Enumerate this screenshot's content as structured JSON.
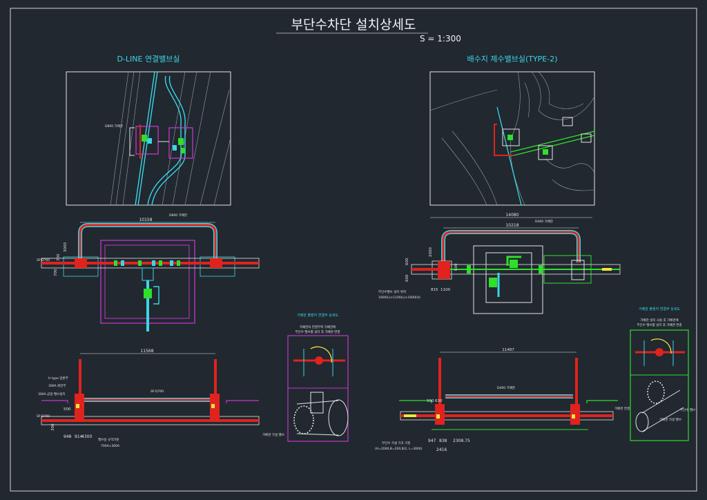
{
  "title": "부단수차단 설치상세도",
  "scale": "S = 1:300",
  "left": {
    "heading": "D-LINE 연결밸브실",
    "plan_label": "D800 가배관",
    "dim_top": "10158",
    "dim_h1": "3000",
    "dim_h2": "700",
    "dim_h3": "700",
    "pipe_label": "SP D700",
    "dim_section": "11568",
    "pipe_label2": "D800 가배관",
    "notes": [
      "H type 압륜부",
      "300A 회전부",
      "300A 균압 밸브설치"
    ],
    "section_pipe": "SP D700",
    "dim_b1": "500",
    "dim_b2": "300",
    "dim_bottom": [
      "948",
      "914",
      "4300"
    ],
    "bottom_note_1": "밸브실 규격기준",
    "bottom_note_2": "700A×300A",
    "detail_title": "가배관 플랜지 연결부 상세도",
    "detail_desc_1": "가배관의 연결부위 가배관에",
    "detail_desc_2": "부단수 밸브를 설치 후 가배관 연결",
    "detail_label": "가배관 가설 밸브"
  },
  "right": {
    "heading": "배수지 제수밸브실(TYPE-2)",
    "dim_top": "14080",
    "dim_inner": "10218",
    "pipe_label": "D400 가배관",
    "dim_v1": "2000",
    "dim_v2": "600",
    "dim_v3": "600",
    "dim_v4": "600",
    "dim_small": [
      "815",
      "1100"
    ],
    "note_1": "부단수밸브 설치 위치",
    "note_2": "1600(L)×1100(L)×1000(H)",
    "dim_section": "11487",
    "pipe_label2": "D400 가배관",
    "dim_b1": "500",
    "dim_b2": "630",
    "dim_bottom": [
      "947",
      "838",
      "2308.75"
    ],
    "dim_total": "2416",
    "bottom_note_1": "부단수 가설 기초 기준",
    "bottom_note_2": "(H=2000,B=200,B/2, L=3000)",
    "detail_title": "가배관 플랜지 연결부 상세도",
    "detail_desc_1": "가배관 설치 사용 후 가배관에",
    "detail_desc_2": "부단수 밸브를 설치 후 가배관 연결",
    "detail_label_1": "가배관 연결",
    "detail_label_2": "부단수 밸브",
    "detail_label_3": "가배관 가설 밸브"
  },
  "colors": {
    "background": "#212830",
    "pipe_red": "#e0231e",
    "cyan": "#3cd6e6",
    "magenta": "#c238c8",
    "green": "#2ee02a",
    "yellow": "#f2e53c",
    "white": "#e6e6e6",
    "grey_lines": "#9aa0a6"
  }
}
